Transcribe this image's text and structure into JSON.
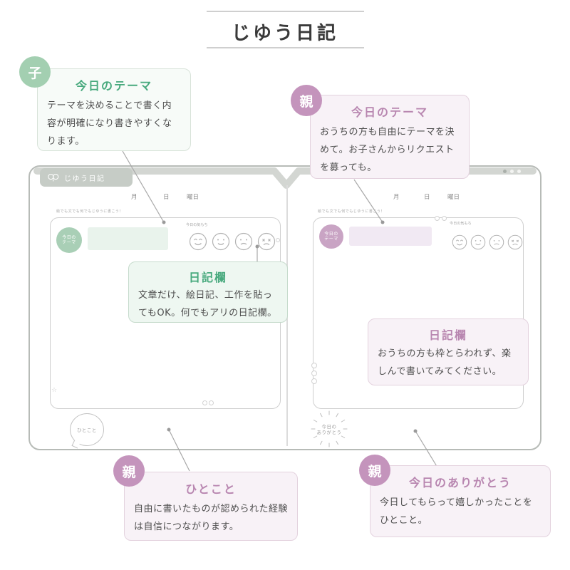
{
  "page": {
    "title": "じゆう日記"
  },
  "colors": {
    "green_accent": "#47a97d",
    "green_badge": "#a3cfb1",
    "green_box_bg": "#eef7f1",
    "purple_accent": "#b886b0",
    "purple_badge": "#c494bc",
    "pink_box_bg": "#f8f2f7",
    "diary_band": "#d3d6d2",
    "diary_tab": "#c6ccc6",
    "left_theme_circle": "#a9cfb6",
    "left_theme_field": "#e9f3ec",
    "right_theme_circle": "#c9a4c4",
    "right_theme_field": "#f1e9f3"
  },
  "callouts": {
    "child_theme": {
      "badge": "子",
      "title": "今日のテーマ",
      "body": "テーマを決めることで書く内容が明確になり書きやすくなります。"
    },
    "parent_theme": {
      "badge": "親",
      "title": "今日のテーマ",
      "body": "おうちの方も自由にテーマを決めて。お子さんからリクエストを募っても。"
    },
    "child_diary": {
      "title": "日記欄",
      "body": "文章だけ、絵日記、工作を貼ってもOK。何でもアリの日記欄。"
    },
    "parent_diary": {
      "title": "日記欄",
      "body": "おうちの方も枠とらわれず、楽しんで書いてみてください。"
    },
    "parent_hitokoto": {
      "badge": "親",
      "title": "ひとこと",
      "body": "自由に書いたものが認められた経験は自信につながります。"
    },
    "parent_arigatou": {
      "badge": "親",
      "title": "今日のありがとう",
      "body": "今日してもらって嬉しかったことをひとこと。"
    }
  },
  "diary": {
    "brand": "じゆう日記",
    "date": {
      "month": "月",
      "day": "日",
      "weekday": "曜日"
    },
    "caption": "絵でも文でも何でもじゆうに書こう！",
    "theme_circle": {
      "line1": "今日の",
      "line2": "テーマ"
    },
    "mood_label": "今日の気もち",
    "moods": [
      "happy",
      "smile",
      "frown",
      "sad"
    ],
    "hitokoto_label": "ひとこと",
    "arigatou": {
      "line1": "今日の",
      "line2": "ありがとう"
    }
  }
}
